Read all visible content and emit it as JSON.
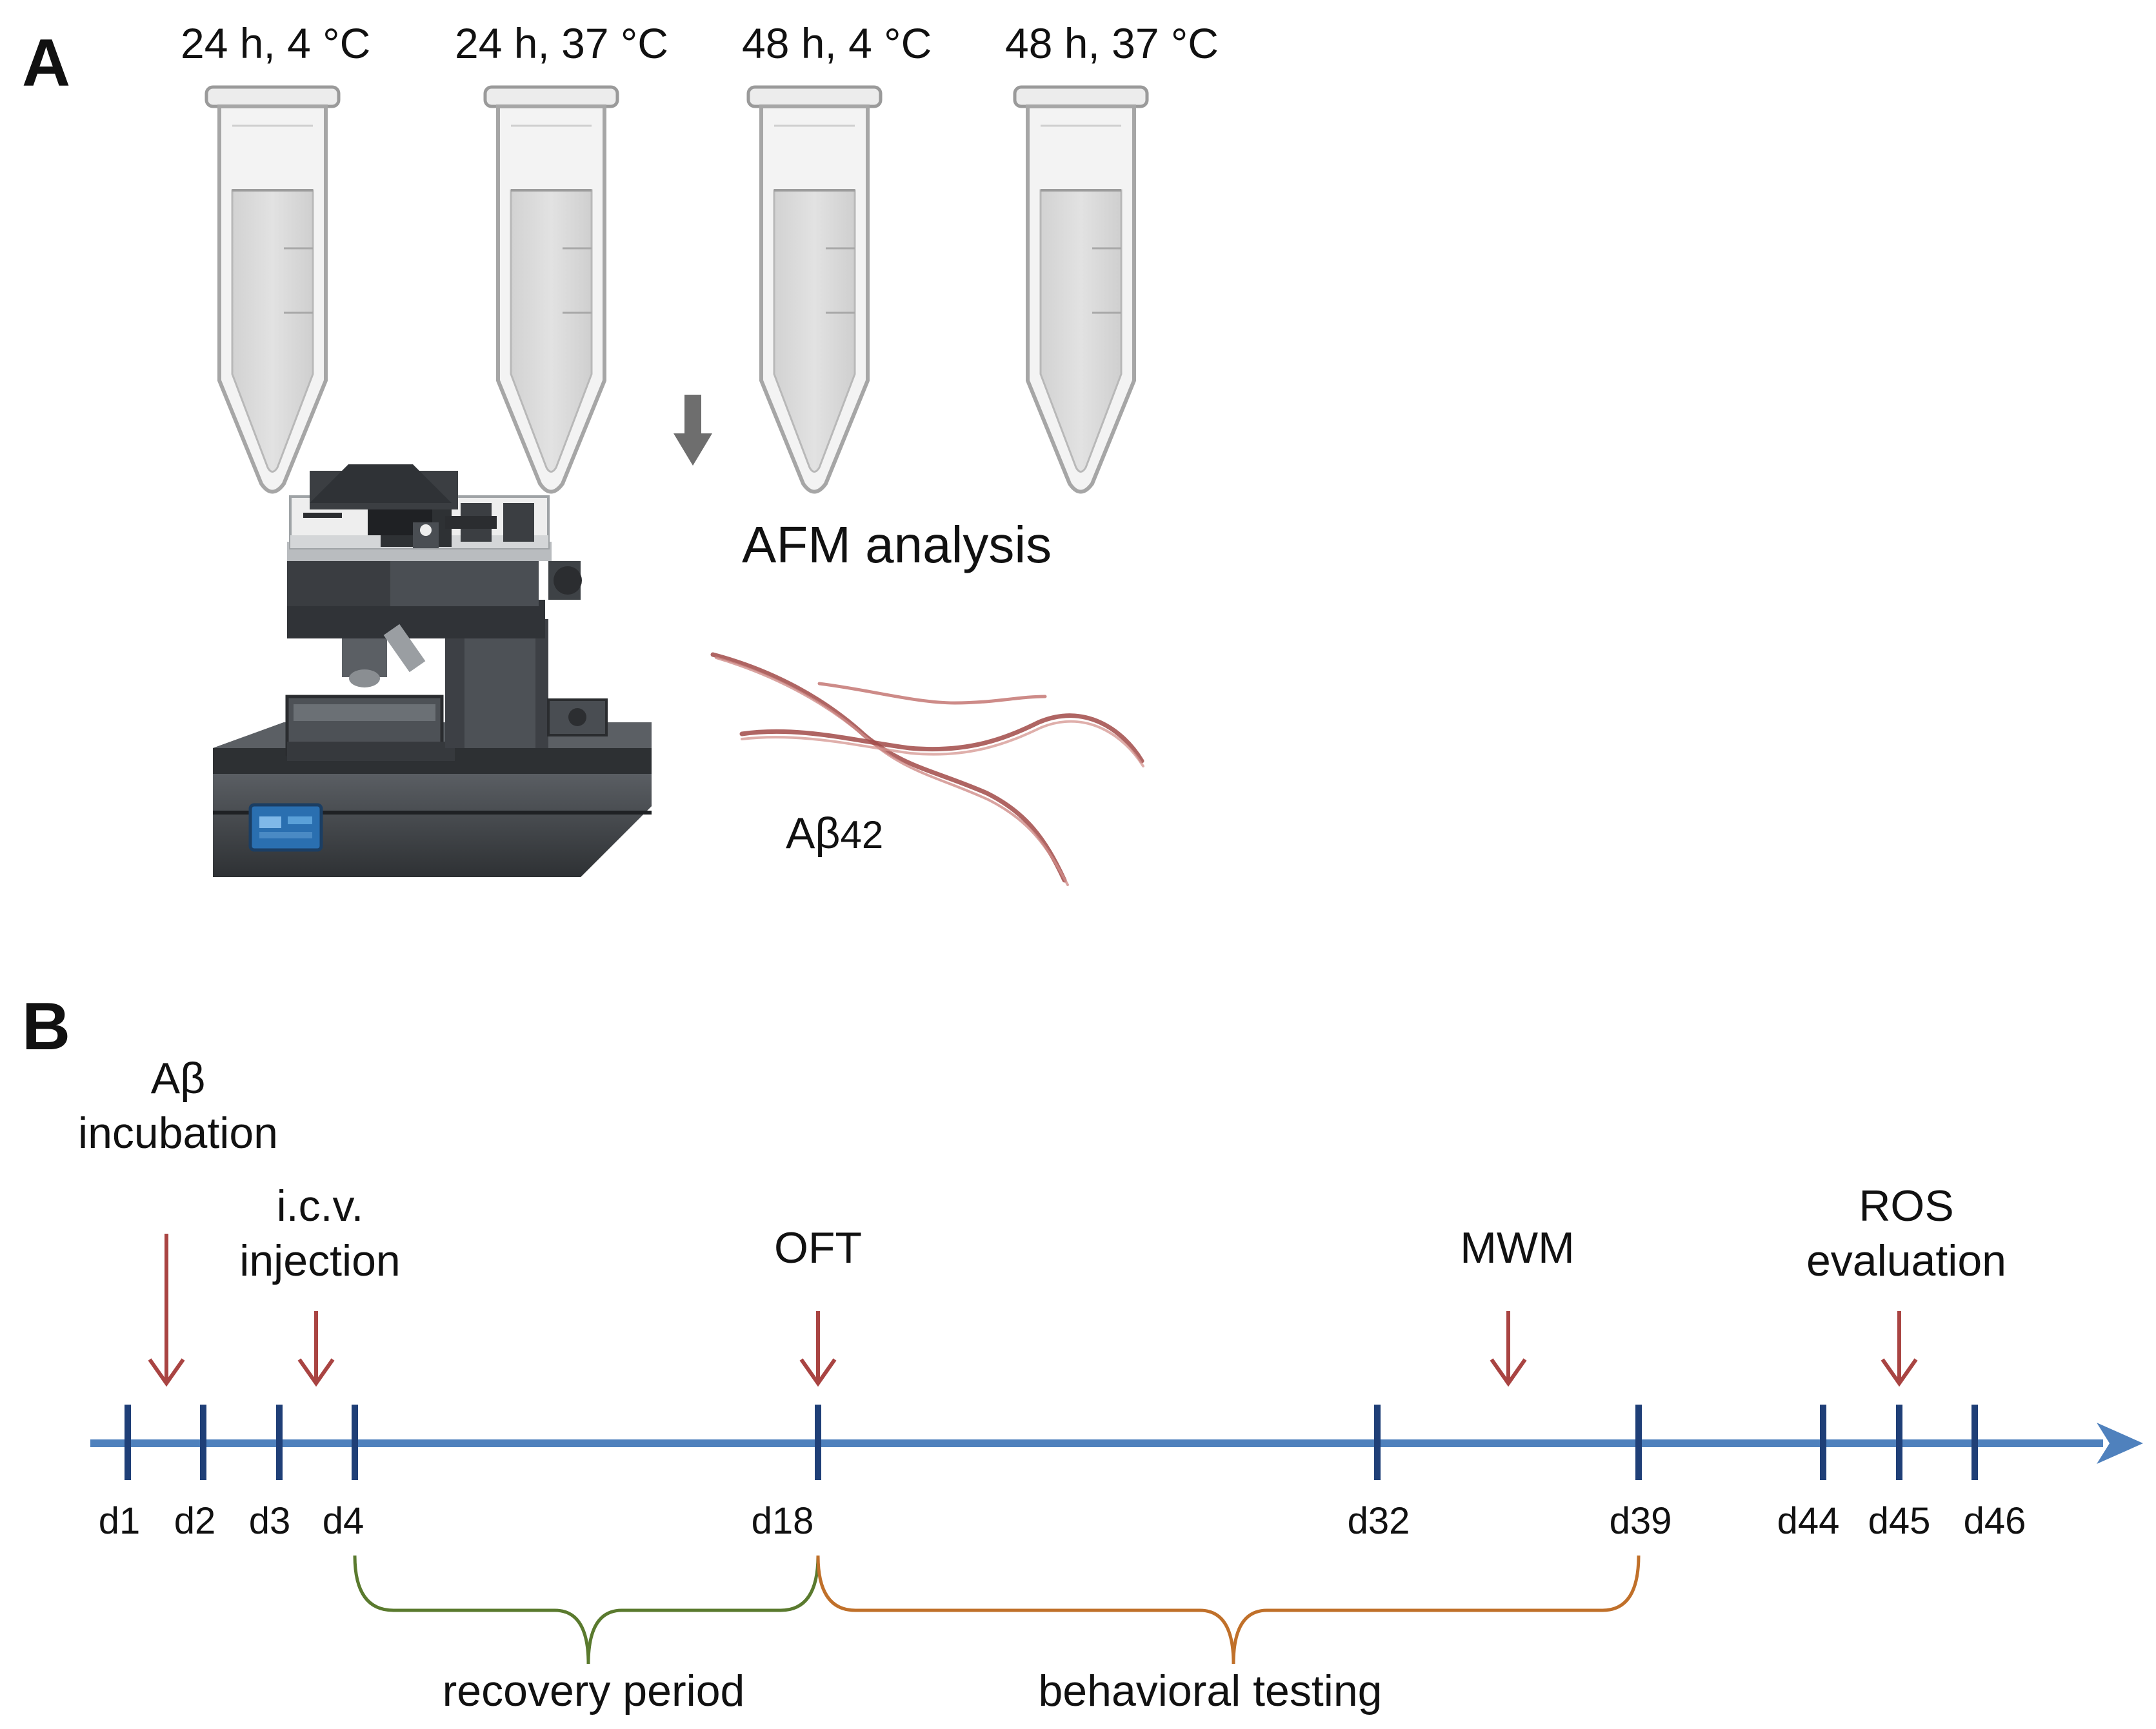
{
  "panel_a": {
    "label": "A",
    "conditions": [
      "24 h, 4 °C",
      "24 h, 37 °C",
      "48 h, 4 °C",
      "48 h, 37 °C"
    ],
    "analysis_label": "AFM analysis",
    "fibril_label_main": "Aβ",
    "fibril_label_sub": "42"
  },
  "panel_b": {
    "label": "B",
    "events": {
      "incubation": [
        "Aβ",
        "incubation"
      ],
      "injection": [
        "i.c.v.",
        "injection"
      ],
      "oft": [
        "OFT"
      ],
      "mwm": [
        "MWM"
      ],
      "ros": [
        "ROS",
        "evaluation"
      ]
    },
    "days": [
      "d1",
      "d2",
      "d3",
      "d4",
      "d18",
      "d32",
      "d39",
      "d44",
      "d45",
      "d46"
    ],
    "periods": {
      "recovery": "recovery period",
      "behavioral": "behavioral testing"
    }
  },
  "colors": {
    "timeline": "#4f81bd",
    "tick": "#1f3f77",
    "event_arrow": "#a94442",
    "recovery_brace": "#5a7a2e",
    "behavioral_brace": "#c0702a",
    "process_arrow": "#6e6e6e"
  }
}
